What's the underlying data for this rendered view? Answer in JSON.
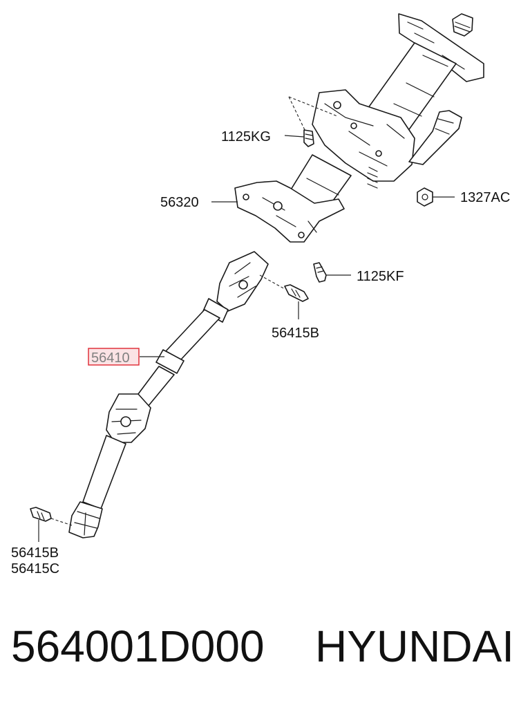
{
  "diagram": {
    "labels": {
      "l1125KG": "1125KG",
      "l56320": "56320",
      "l1327AC": "1327AC",
      "l1125KF": "1125KF",
      "l56415B_top": "56415B",
      "l56410": "56410",
      "l56415B_bottom": "56415B",
      "l56415C": "56415C"
    },
    "highlight_color": "#e0323c"
  },
  "footer": {
    "part_number": "564001D000",
    "brand": "HYUNDAI"
  }
}
